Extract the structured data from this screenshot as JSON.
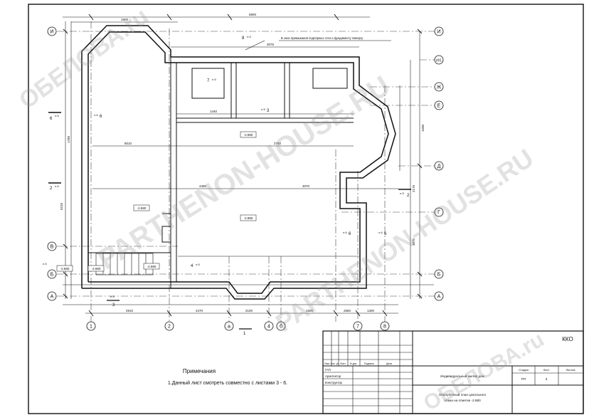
{
  "axes_letters": {
    "left": [
      "И",
      "В",
      "Б",
      "А"
    ],
    "right": [
      "И",
      "И/1",
      "Ж",
      "Е",
      "Д",
      "Г",
      "Б",
      "А"
    ]
  },
  "axes_numbers": [
    "1",
    "2",
    "а",
    "4",
    "б",
    "7",
    "8"
  ],
  "section_marks": {
    "s6_left": "6",
    "s6_left_sub": "л.6",
    "s2_left": "2",
    "s2_left_sub": "л.5",
    "s5_left": "л.5",
    "s2_right": "2",
    "s2_right_sub": "л.5",
    "s5_bottom": "л.5",
    "s3_bottom": "3",
    "s1_bottom": "1"
  },
  "fragment_marks": {
    "f7": "7",
    "f7_sub": "л.5",
    "f8": "8",
    "f8_sub": "л.5",
    "f6a": "6",
    "f6a_sub": "л.6",
    "f6b": "6",
    "f6b_sub": "л.6",
    "f6c": "6",
    "f6c_sub": "л.6",
    "f3_top": "3",
    "f3_top_sub": "л.5",
    "f4": "4",
    "f4_sub": "л.5"
  },
  "level_marks": [
    "-2.880",
    "-2.880",
    "-2.880",
    "-2.880",
    "-2.880",
    "-2.880"
  ],
  "callout": "В зоне примыкания подпорных стен к фундаменту поверху",
  "dimensions": {
    "top_total": "5900",
    "top_a": "1500",
    "top_b": "3075",
    "mid_a": "8010",
    "mid_b": "1440",
    "mid_c": "4450",
    "mid_d": "3070",
    "mid_e": "2750",
    "bottom_a": "2910",
    "bottom_b": "4470",
    "bottom_c": "2100",
    "bottom_d": "1600",
    "bottom_e": "2550",
    "bottom_f": "1300",
    "left_a": "1780",
    "left_b": "5210",
    "right_a": "1500",
    "right_b": "2170",
    "right_c": "3070"
  },
  "notes": {
    "heading": "Примечания",
    "item1": "1.Данный лист смотреть совместно с листами 3 - 6."
  },
  "title_block": {
    "stamp": "ККО",
    "headers": [
      "Изм.",
      "Кол. уч.",
      "Лист",
      "N док.",
      "Подпись",
      "Дата"
    ],
    "roles": [
      "ГАП",
      "Архитектор",
      "Конструктор"
    ],
    "project": "Индивидуальный жилой дом",
    "stage_header": "Стадия",
    "sheet_header": "Лист",
    "sheets_header": "Листов",
    "stage": "РП",
    "sheet_num": "3",
    "sheets_total": "",
    "drawing_title_1": "Опалубочный план цокольного",
    "drawing_title_2": "этажа на отметке -2.880"
  },
  "watermarks": [
    "OБЕЛОВА.ru",
    "PARTHENON-HOUSE.RU",
    "PARTHENON-HOUSE.RU",
    "ОБЕЛОВА.ru"
  ]
}
